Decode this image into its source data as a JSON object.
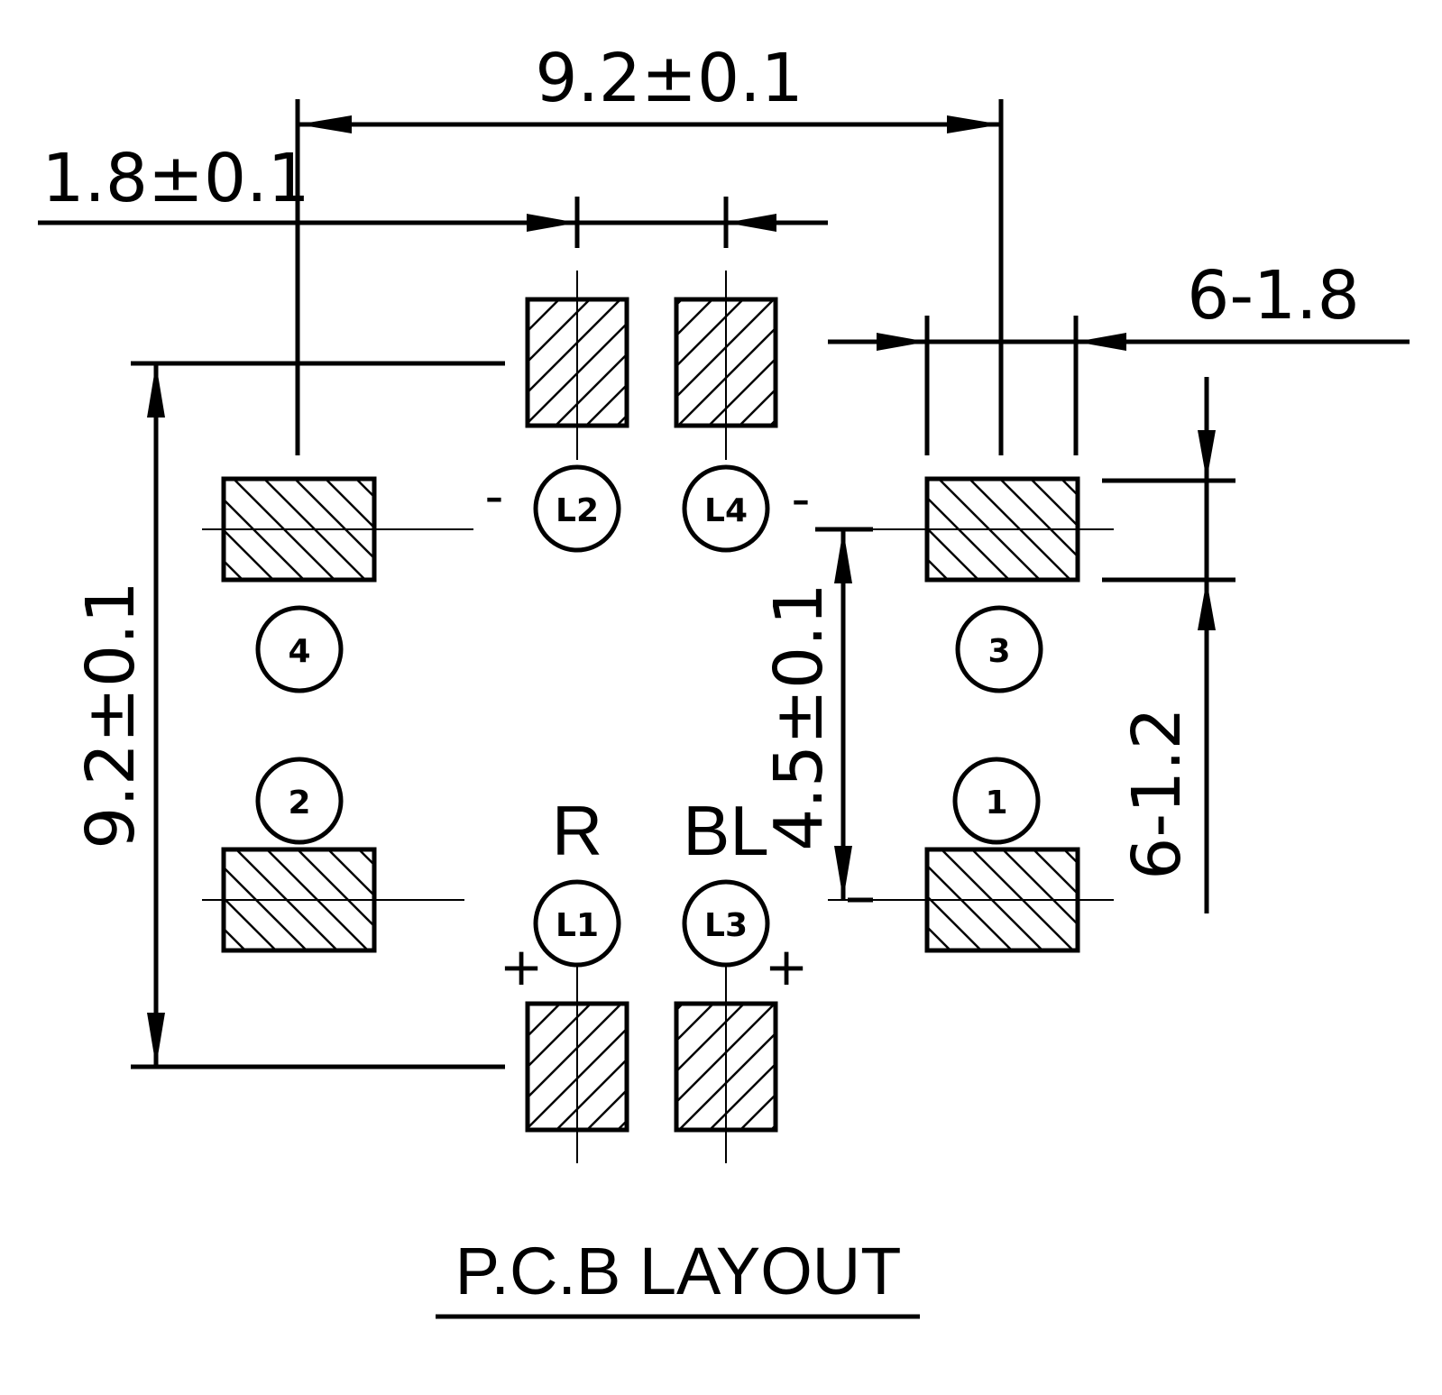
{
  "title": "P.C.B LAYOUT",
  "dimensions": {
    "top_width": "9.2±0.1",
    "pad_gap": "1.8±0.1",
    "left_height": "9.2±0.1",
    "pin_pitch": "4.5±0.1",
    "pad_width_count": "6-1.8",
    "pad_height_count": "6-1.2"
  },
  "pins": {
    "p1": "1",
    "p2": "2",
    "p3": "3",
    "p4": "4"
  },
  "leds": {
    "l1": "L1",
    "l2": "L2",
    "l3": "L3",
    "l4": "L4"
  },
  "labels": {
    "red": "R",
    "blue": "BL"
  },
  "polarity": {
    "l2_minus": "-",
    "l4_minus": "-",
    "l1_plus": "+",
    "l3_plus": "+"
  }
}
